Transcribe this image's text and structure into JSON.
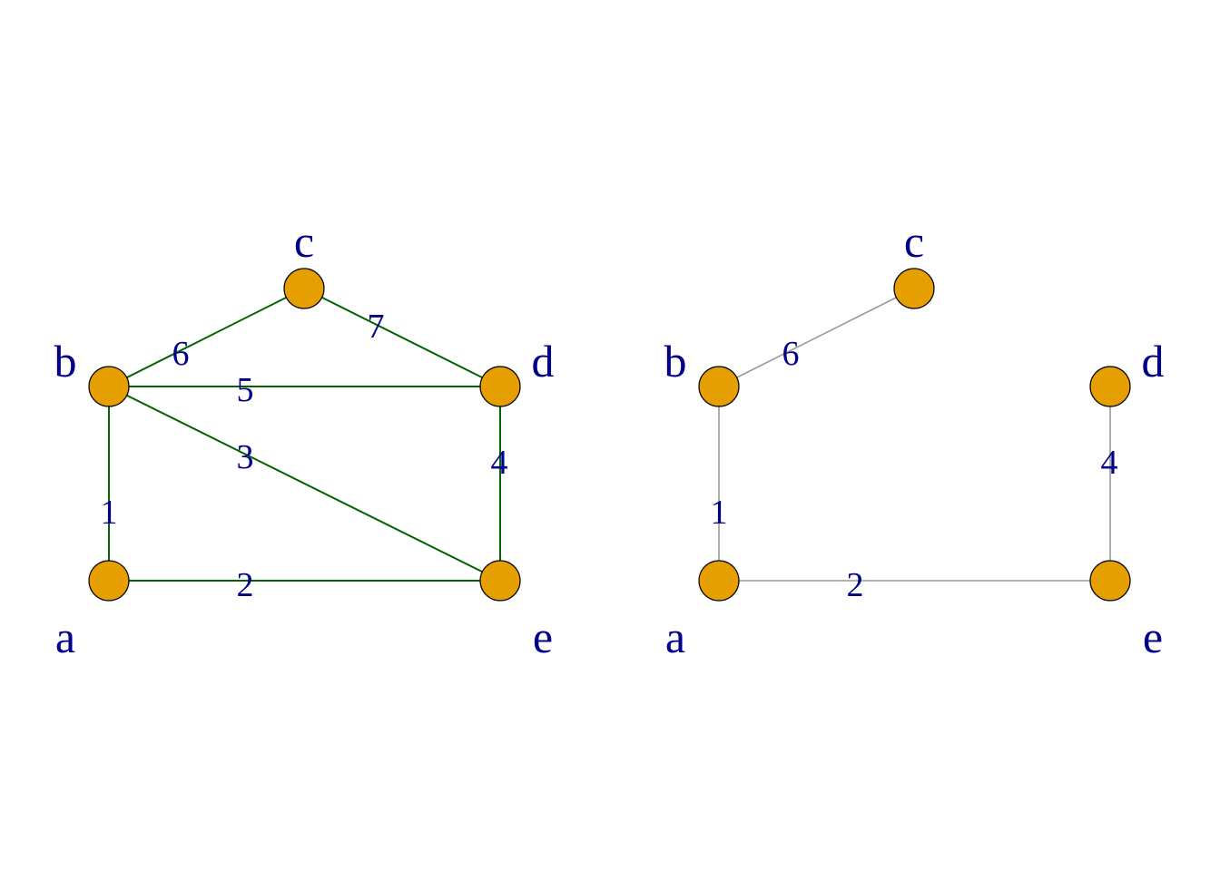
{
  "colors": {
    "node_fill": "#E69F00",
    "node_stroke": "#000000",
    "label_color": "#00008B",
    "graph_edge_color": "#006400",
    "tree_edge_color": "#999999",
    "background": "#FFFFFF"
  },
  "graphs": [
    {
      "id": "graph-full",
      "nodes": [
        {
          "id": "a",
          "label": "a"
        },
        {
          "id": "b",
          "label": "b"
        },
        {
          "id": "c",
          "label": "c"
        },
        {
          "id": "d",
          "label": "d"
        },
        {
          "id": "e",
          "label": "e"
        }
      ],
      "edges": [
        {
          "from": "a",
          "to": "b",
          "weight": "1"
        },
        {
          "from": "a",
          "to": "e",
          "weight": "2"
        },
        {
          "from": "b",
          "to": "e",
          "weight": "3"
        },
        {
          "from": "d",
          "to": "e",
          "weight": "4"
        },
        {
          "from": "b",
          "to": "d",
          "weight": "5"
        },
        {
          "from": "b",
          "to": "c",
          "weight": "6"
        },
        {
          "from": "c",
          "to": "d",
          "weight": "7"
        }
      ]
    },
    {
      "id": "graph-tree",
      "nodes": [
        {
          "id": "a",
          "label": "a"
        },
        {
          "id": "b",
          "label": "b"
        },
        {
          "id": "c",
          "label": "c"
        },
        {
          "id": "d",
          "label": "d"
        },
        {
          "id": "e",
          "label": "e"
        }
      ],
      "edges": [
        {
          "from": "a",
          "to": "b",
          "weight": "1"
        },
        {
          "from": "a",
          "to": "e",
          "weight": "2"
        },
        {
          "from": "d",
          "to": "e",
          "weight": "4"
        },
        {
          "from": "b",
          "to": "c",
          "weight": "6"
        }
      ]
    }
  ]
}
